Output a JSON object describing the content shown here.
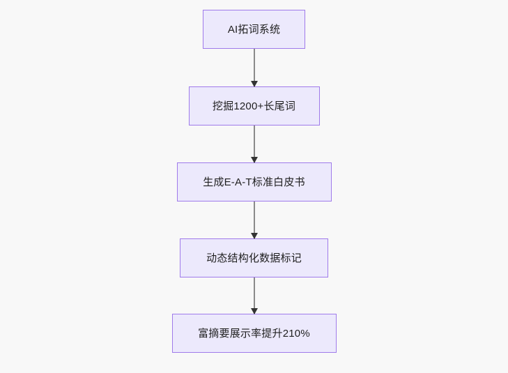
{
  "diagram": {
    "type": "flowchart",
    "orientation": "top-to-bottom",
    "background_color": "#f8f8f8",
    "node_fill_color": "#ece9fc",
    "node_border_color": "#9f7aea",
    "node_text_color": "#1f1f1f",
    "connector_color": "#8a8a8a",
    "arrowhead_color": "#333333",
    "nodes": [
      {
        "id": "node-1",
        "label": "AI拓词系统"
      },
      {
        "id": "node-2",
        "label": "挖掘1200+长尾词"
      },
      {
        "id": "node-3",
        "label": "生成E-A-T标准白皮书"
      },
      {
        "id": "node-4",
        "label": "动态结构化数据标记"
      },
      {
        "id": "node-5",
        "label": "富摘要展示率提升210%"
      }
    ],
    "edges": [
      {
        "from": "node-1",
        "to": "node-2",
        "label": ""
      },
      {
        "from": "node-2",
        "to": "node-3",
        "label": ""
      },
      {
        "from": "node-3",
        "to": "node-4",
        "label": ""
      },
      {
        "from": "node-4",
        "to": "node-5",
        "label": ""
      }
    ]
  }
}
